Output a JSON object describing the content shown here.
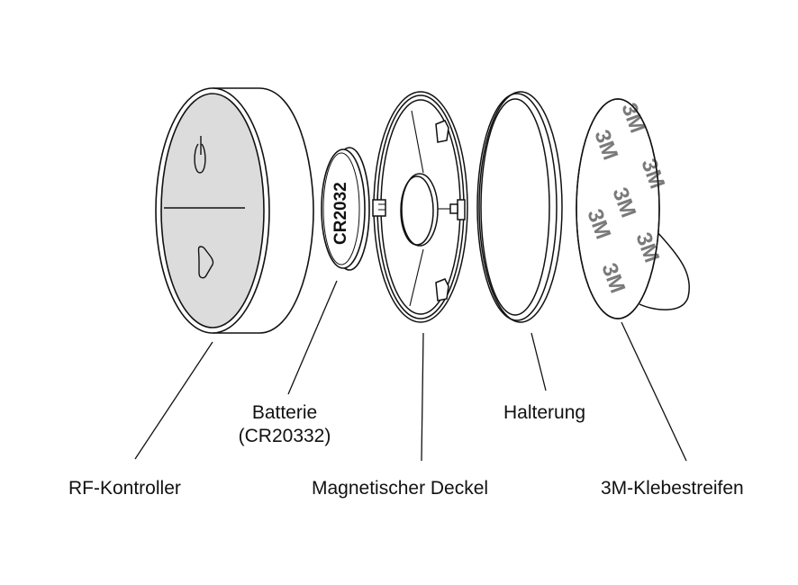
{
  "title": "Exploded view of RF controller assembly",
  "parts": {
    "controller": {
      "label": "RF-Kontroller"
    },
    "battery": {
      "label_line1": "Batterie",
      "label_line2": "(CR20332)",
      "imprint": "CR2032"
    },
    "cover": {
      "label": "Magnetischer Deckel"
    },
    "holder": {
      "label": "Halterung"
    },
    "tape": {
      "label": "3M-Klebestreifen",
      "imprint": "3M"
    }
  },
  "icons": {
    "power": "power-icon",
    "arrow": "arrow-right-icon"
  },
  "colors": {
    "button_face": "#dcdcdc",
    "tape_logo": "#7a7a7a",
    "stroke": "#111111"
  }
}
